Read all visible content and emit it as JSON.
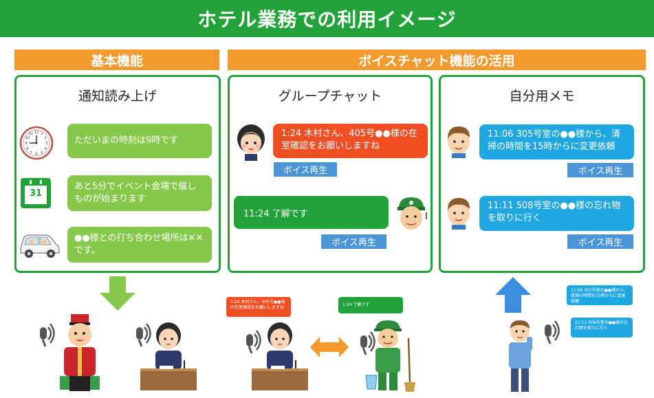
{
  "title": "ホテル業務での利用イメージ",
  "bands": {
    "basic": "基本機能",
    "voice_chat": "ボイスチャット機能の活用"
  },
  "panels": {
    "notify": {
      "title": "通知読み上げ",
      "messages": [
        "ただいまの時刻は9時です",
        "あと5分でイベント会場で催しものが始まります",
        "●●様との打ち合わせ場所は✕✕です。"
      ],
      "calendar_day": "31"
    },
    "group": {
      "title": "グループチャット",
      "msg1": "1:24  木村さん、405号●●様の在室確認をお願いしますね",
      "msg2": "11:24  了解です",
      "voice_label": "ボイス再生"
    },
    "memo": {
      "title": "自分用メモ",
      "msg1": "11:06  305号室の●●様から、清掃の時間を15時からに変更依頼",
      "msg2": "11:11  508号室の●●様の忘れ物を取りに行く",
      "voice_label": "ボイス再生"
    }
  },
  "bottom": {
    "red_small": "1:24  木村さん、405号●●様の在室確認をお願いしますね",
    "green_small": "1:24  了解です",
    "blue_small1": "11:06  305号室の●●様から、清掃の時間を15時からに変更依頼",
    "blue_small2": "11:11  508号室の●●様の忘れ物を取りに行く"
  },
  "colors": {
    "green": "#22a33a",
    "orange": "#f39a2e",
    "light_green": "#86c84a",
    "red": "#f04e23",
    "blue": "#1fa7e1",
    "voice_blue": "#4a95d8"
  }
}
